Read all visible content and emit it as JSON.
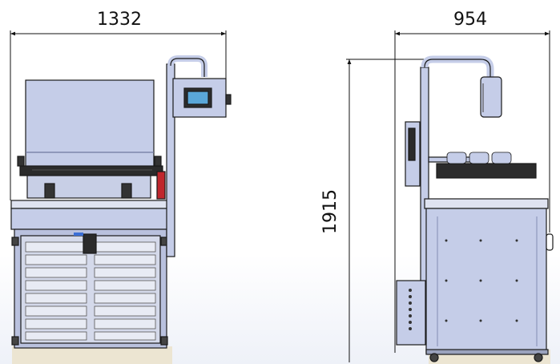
{
  "dimensions": {
    "front_width": "1332",
    "side_depth": "954",
    "height": "1915"
  },
  "colors": {
    "panel": "#c5cde8",
    "panel_dark": "#a9b3d6",
    "outline": "#1a1a1a",
    "frame": "#9aa2bd",
    "screen": "#5aa7d8",
    "red_part": "#c0272d",
    "floor": "#e9e2cf"
  }
}
